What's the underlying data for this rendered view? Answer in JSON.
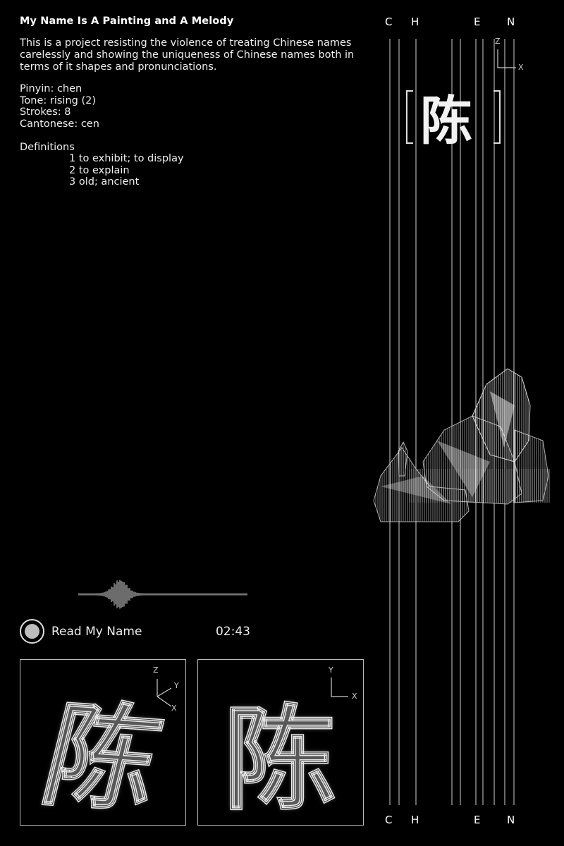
{
  "header": {
    "title": "My Name Is A Painting and A Melody",
    "description": "This is a project resisting the violence of treating Chinese names carelessly and showing the uniqueness of Chinese names both in terms of it shapes and pronunciations."
  },
  "info": {
    "pinyin": "Pinyin: chen",
    "tone": "Tone: rising (2)",
    "strokes": "Strokes: 8",
    "cantonese": "Cantonese: cen"
  },
  "definitions": {
    "title": "Definitions",
    "items": [
      "1 to exhibit; to display",
      "2 to explain",
      "3 old; ancient"
    ]
  },
  "name_letters": [
    "C",
    "H",
    "E",
    "N"
  ],
  "character": "陈",
  "axes": {
    "top": [
      "Z",
      "X"
    ],
    "panel1": [
      "Z",
      "Y",
      "X"
    ],
    "panel2": [
      "Y",
      "X"
    ]
  },
  "player": {
    "label": "Read My Name",
    "time": "02:43",
    "icon": "record-icon"
  },
  "colors": {
    "background": "#000000",
    "foreground": "#ffffff",
    "line": "#cfcfcf"
  }
}
